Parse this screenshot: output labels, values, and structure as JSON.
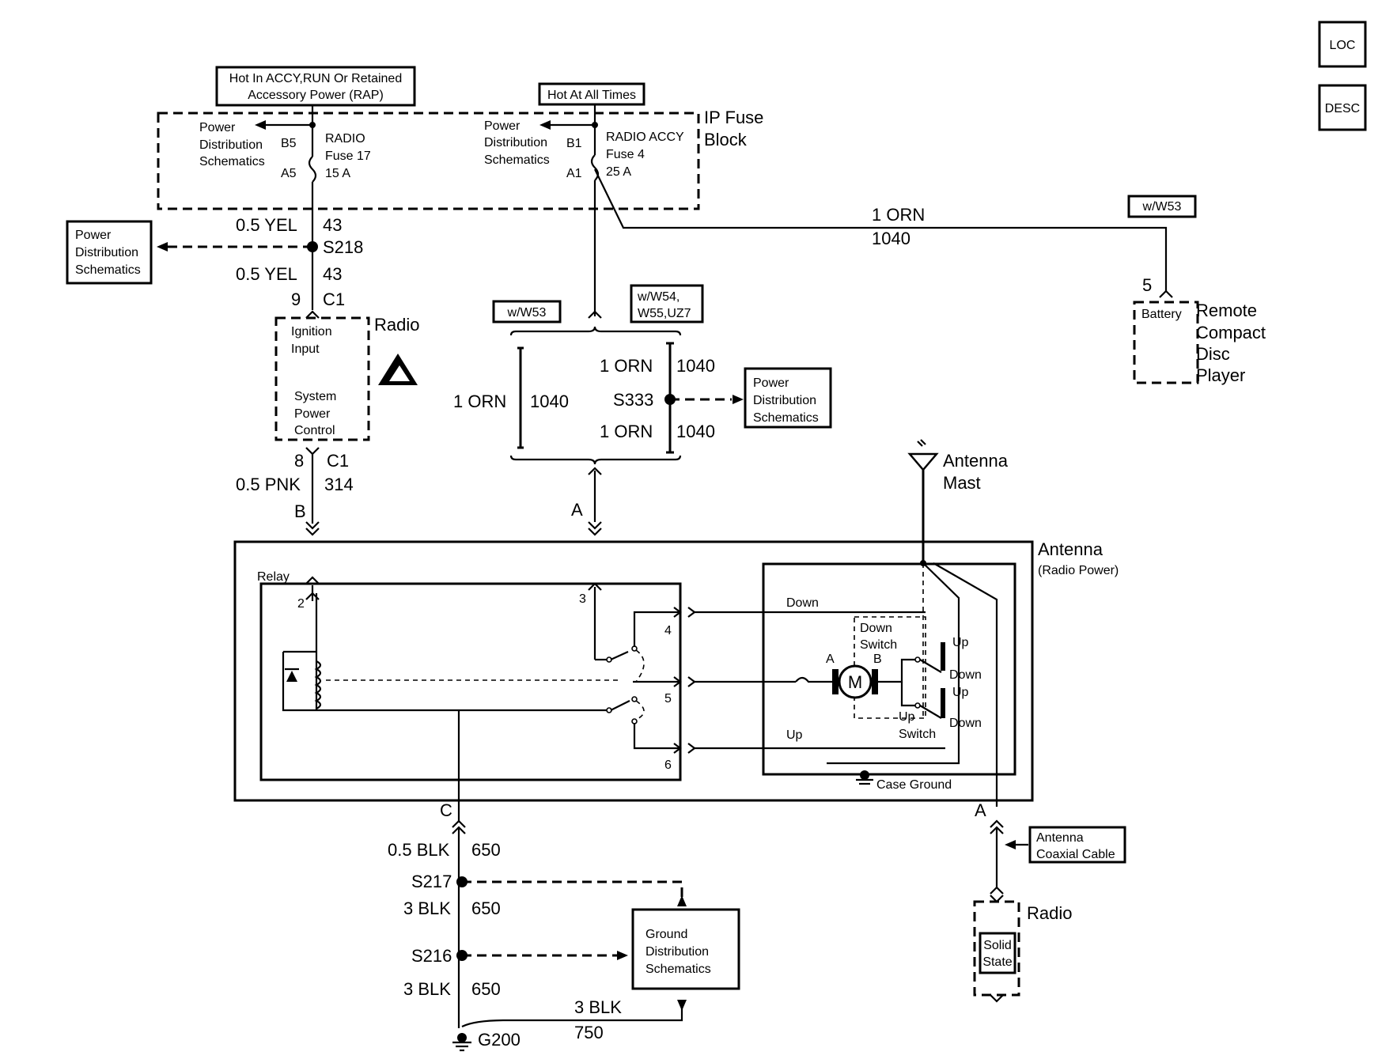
{
  "nav": {
    "loc_label": "LOC",
    "desc_label": "DESC"
  },
  "top": {
    "hot_accy_line1": "Hot In ACCY,RUN Or Retained",
    "hot_accy_line2": "Accessory Power (RAP)",
    "hot_all_times": "Hot At All Times",
    "ip_fuse_line1": "IP Fuse",
    "ip_fuse_line2": "Block"
  },
  "fuse17": {
    "pd_line1": "Power",
    "pd_line2": "Distribution",
    "pd_line3": "Schematics",
    "pin_in": "B5",
    "pin_out": "A5",
    "name": "RADIO",
    "fuse": "Fuse 17",
    "amps": "15 A"
  },
  "fuse4": {
    "pd_line1": "Power",
    "pd_line2": "Distribution",
    "pd_line3": "Schematics",
    "pin_in": "B1",
    "pin_out": "A1",
    "name": "RADIO ACCY",
    "fuse": "Fuse 4",
    "amps": "25 A"
  },
  "left_pd": {
    "line1": "Power",
    "line2": "Distribution",
    "line3": "Schematics"
  },
  "wires": {
    "yel_a": "0.5 YEL",
    "yel_a_circ": "43",
    "splice_s218": "S218",
    "yel_b": "0.5 YEL",
    "yel_b_circ": "43",
    "radio_pin_top": "9",
    "radio_conn_top": "C1",
    "radio_pin_bot": "8",
    "radio_conn_bot": "C1",
    "pnk": "0.5 PNK",
    "pnk_circ": "314",
    "conn_b": "B",
    "orn_top": "1 ORN",
    "orn_top_circ": "1040",
    "ww53_top": "w/W53",
    "ww53_mid": "w/W53",
    "ww54_line1": "w/W54,",
    "ww54_line2": "W55,UZ7",
    "orn_left": "1 ORN",
    "orn_left_circ": "1040",
    "orn_r1": "1 ORN",
    "orn_r1_circ": "1040",
    "splice_s333": "S333",
    "orn_r2": "1 ORN",
    "orn_r2_circ": "1040",
    "conn_a": "A",
    "cd_pin": "5"
  },
  "radio": {
    "title": "Radio",
    "ign_line1": "Ignition",
    "ign_line2": "Input",
    "spc_line1": "System",
    "spc_line2": "Power",
    "spc_line3": "Control"
  },
  "s333_pd": {
    "line1": "Power",
    "line2": "Distribution",
    "line3": "Schematics"
  },
  "cd_player": {
    "battery": "Battery",
    "line1": "Remote",
    "line2": "Compact",
    "line3": "Disc",
    "line4": "Player"
  },
  "antenna_mast": {
    "line1": "Antenna",
    "line2": "Mast"
  },
  "antenna": {
    "title": "Antenna",
    "subtitle": "(Radio Power)",
    "relay": "Relay",
    "pin2": "2",
    "pin3": "3",
    "pin4": "4",
    "pin5": "5",
    "pin6": "6",
    "down": "Down",
    "up": "Up",
    "down_switch_line1": "Down",
    "down_switch_line2": "Switch",
    "motor": "M",
    "motor_a": "A",
    "motor_b": "B",
    "up_switch_line1": "Up",
    "up_switch_line2": "Switch",
    "sw_up1": "Up",
    "sw_down1": "Down",
    "sw_up2": "Up",
    "sw_down2": "Down",
    "case_ground": "Case Ground"
  },
  "ground": {
    "conn_c": "C",
    "blk1": "0.5 BLK",
    "blk1_circ": "650",
    "s217": "S217",
    "blk2": "3 BLK",
    "blk2_circ": "650",
    "s216": "S216",
    "blk3": "3 BLK",
    "blk3_circ": "650",
    "g200": "G200",
    "blk4": "3 BLK",
    "blk4_circ": "750",
    "gd_line1": "Ground",
    "gd_line2": "Distribution",
    "gd_line3": "Schematics"
  },
  "coax": {
    "conn_a": "A",
    "label_line1": "Antenna",
    "label_line2": "Coaxial Cable",
    "radio": "Radio",
    "ss_line1": "Solid",
    "ss_line2": "State"
  }
}
